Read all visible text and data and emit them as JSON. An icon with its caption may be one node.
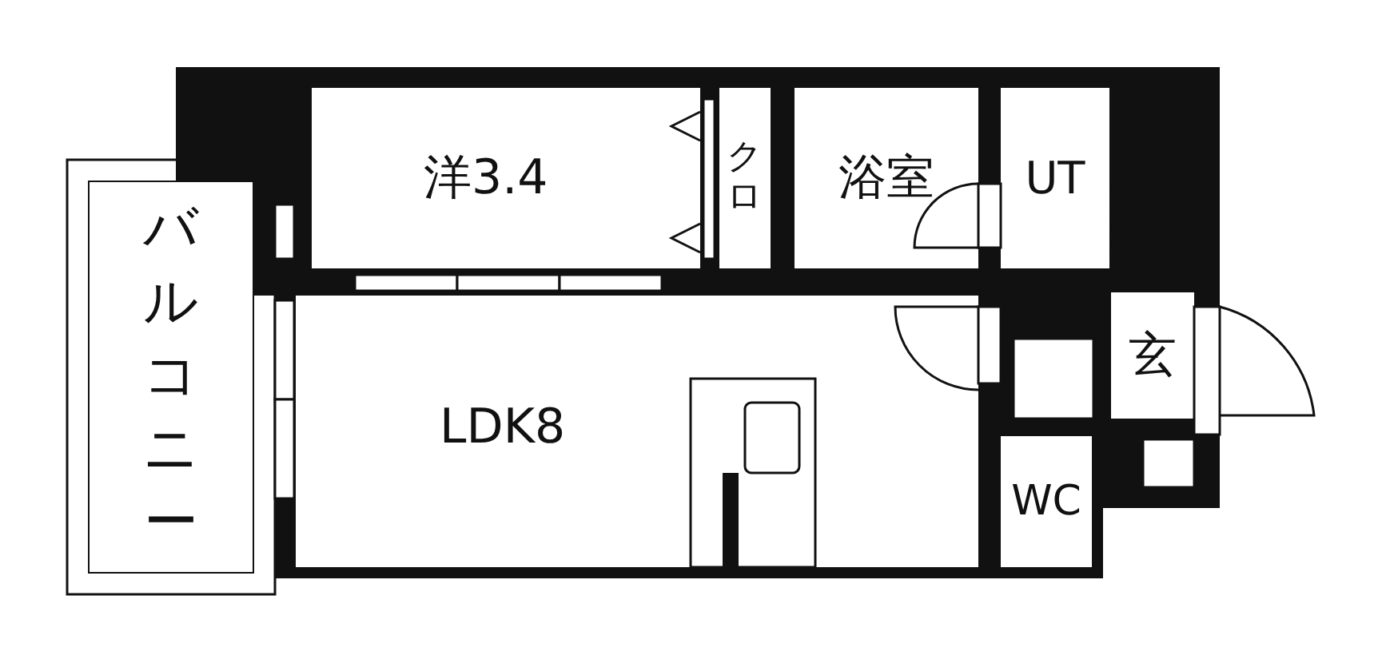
{
  "diagram": {
    "nodes": [
      {
        "text": [
          "バルコニー"
        ]
      },
      {
        "text": [
          "洋3.4"
        ]
      },
      {
        "text": [
          "クロ"
        ]
      },
      {
        "text": [
          "浴室"
        ]
      },
      {
        "text": [
          "UT"
        ]
      },
      {
        "text": [
          "LDK8"
        ]
      },
      {
        "text": [
          "玄"
        ]
      },
      {
        "text": [
          "WC"
        ]
      }
    ]
  }
}
